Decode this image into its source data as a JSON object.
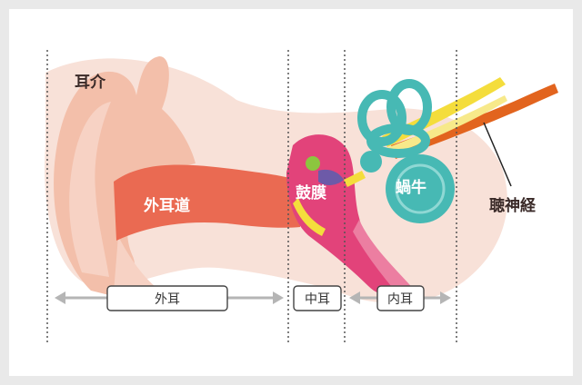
{
  "labels": {
    "auricle": "耳介",
    "ear_canal": "外耳道",
    "eardrum": "鼓膜",
    "cochlea": "蝸牛",
    "auditory_nerve": "聴神経"
  },
  "sections": {
    "outer_ear": "外耳",
    "middle_ear": "中耳",
    "inner_ear": "内耳"
  },
  "colors": {
    "skin_light": "#f6d9cf",
    "skin_mid": "#f3bfaa",
    "canal": "#ea6a52",
    "middle_ear_pink": "#e2437a",
    "cochlea_teal": "#47b9b4",
    "nerve_orange": "#e2641e",
    "nerve_yellow": "#f4dd3c",
    "arrow_gray": "#b5b5b5",
    "divider": "#555555"
  }
}
